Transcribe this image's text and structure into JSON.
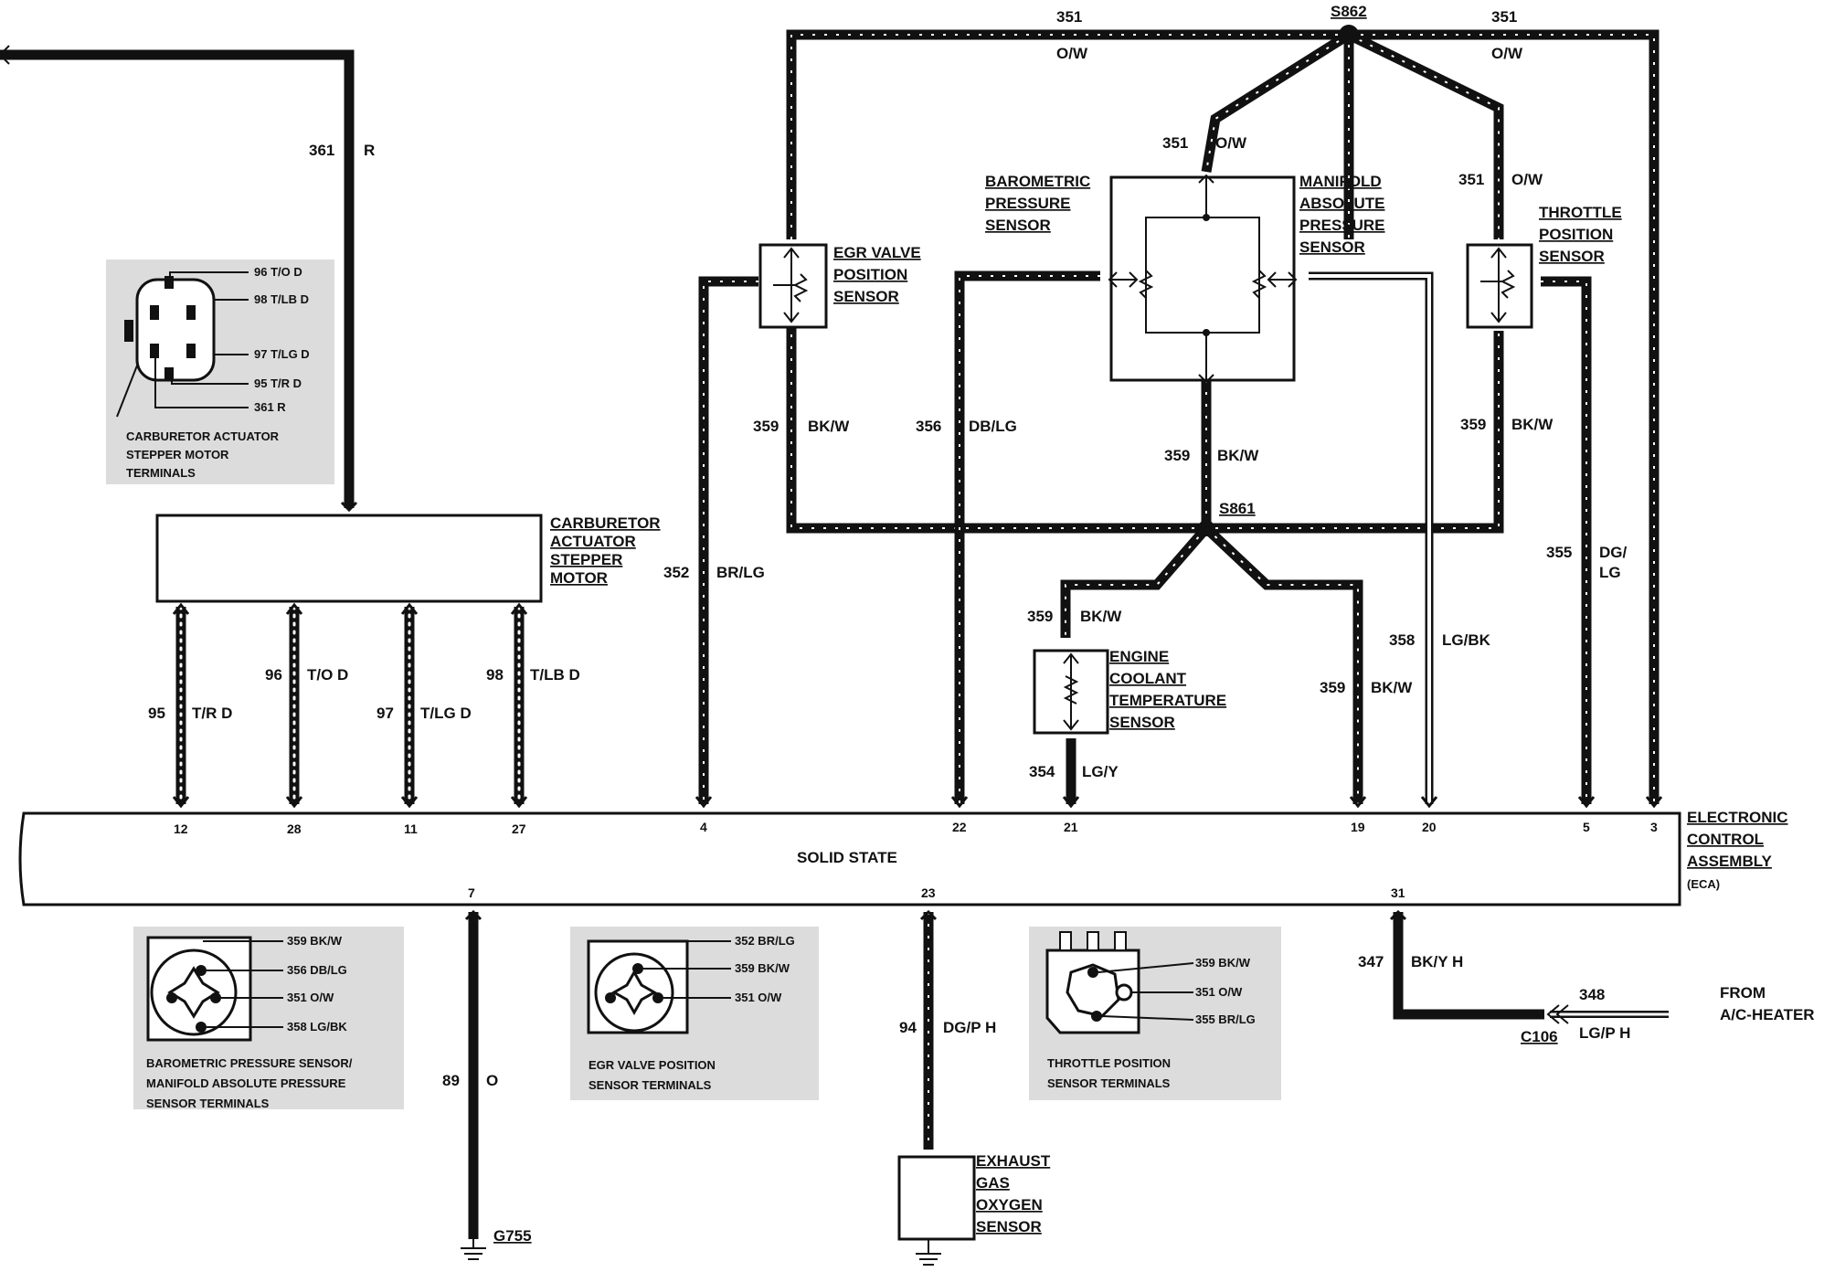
{
  "splices": {
    "s862": "S862",
    "s861": "S861"
  },
  "ground": "G755",
  "connector": "C106",
  "components": {
    "carb_motor": [
      "CARBURETOR",
      "ACTUATOR",
      "STEPPER",
      "MOTOR"
    ],
    "egr_sensor": [
      "EGR VALVE",
      "POSITION",
      "SENSOR"
    ],
    "baro_sensor": [
      "BAROMETRIC",
      "PRESSURE",
      "SENSOR"
    ],
    "map_sensor": [
      "MANIFOLD",
      "ABSOLUTE",
      "PRESSURE",
      "SENSOR"
    ],
    "tps": [
      "THROTTLE",
      "POSITION",
      "SENSOR"
    ],
    "ect": [
      "ENGINE",
      "COOLANT",
      "TEMPERATURE",
      "SENSOR"
    ],
    "ego": [
      "EXHAUST",
      "GAS",
      "OXYGEN",
      "SENSOR"
    ],
    "eca": [
      "ELECTRONIC",
      "CONTROL",
      "ASSEMBLY",
      "(ECA)"
    ],
    "eca_body": "SOLID STATE",
    "ac_source": [
      "FROM",
      "A/C-HEATER"
    ]
  },
  "eca_pins_top": [
    "12",
    "28",
    "11",
    "27",
    "4",
    "22",
    "21",
    "19",
    "20",
    "5",
    "3"
  ],
  "eca_pins_bottom": [
    "7",
    "23",
    "31"
  ],
  "wires": {
    "w351_tl": [
      "351",
      "O/W"
    ],
    "w351_tr": [
      "351",
      "O/W"
    ],
    "w351_map": [
      "351",
      "O/W"
    ],
    "w351_tps": [
      "351",
      "O/W"
    ],
    "w361": [
      "361",
      "R"
    ],
    "w359_egr": [
      "359",
      "BK/W"
    ],
    "w356": [
      "356",
      "DB/LG"
    ],
    "w359_map": [
      "359",
      "BK/W"
    ],
    "w359_tps": [
      "359",
      "BK/W"
    ],
    "w352": [
      "352",
      "BR/LG"
    ],
    "w359_ect": [
      "359",
      "BK/W"
    ],
    "w359_r": [
      "359",
      "BK/W"
    ],
    "w358": [
      "358",
      "LG/BK"
    ],
    "w355": [
      "355",
      "DG/",
      "LG"
    ],
    "w354": [
      "354",
      "LG/Y"
    ],
    "w95": [
      "95",
      "T/R D"
    ],
    "w96": [
      "96",
      "T/O D"
    ],
    "w97": [
      "97",
      "T/LG D"
    ],
    "w98": [
      "98",
      "T/LB D"
    ],
    "w89": [
      "89",
      "O"
    ],
    "w94": [
      "94",
      "DG/P H"
    ],
    "w347": [
      "347",
      "BK/Y H"
    ],
    "w348": [
      "348",
      "LG/P H"
    ]
  },
  "insets": {
    "carb_terms": {
      "pins": [
        "96 T/O D",
        "98 T/LB D",
        "97 T/LG D",
        "95 T/R D",
        "361 R"
      ],
      "caption": [
        "CARBURETOR ACTUATOR",
        "STEPPER MOTOR",
        "TERMINALS"
      ]
    },
    "baro_terms": {
      "pins": [
        "359 BK/W",
        "356 DB/LG",
        "351 O/W",
        "358 LG/BK"
      ],
      "caption": [
        "BAROMETRIC PRESSURE SENSOR/",
        "MANIFOLD ABSOLUTE PRESSURE",
        "SENSOR TERMINALS"
      ]
    },
    "egr_terms": {
      "pins": [
        "352 BR/LG",
        "359 BK/W",
        "351 O/W"
      ],
      "caption": [
        "EGR VALVE POSITION",
        "SENSOR TERMINALS"
      ]
    },
    "tps_terms": {
      "pins": [
        "359 BK/W",
        "351 O/W",
        "355 BR/LG"
      ],
      "caption": [
        "THROTTLE POSITION",
        "SENSOR TERMINALS"
      ]
    }
  },
  "colors": {
    "ink": "#111111",
    "paper": "#ffffff",
    "stipple": "#dcdcdc"
  }
}
